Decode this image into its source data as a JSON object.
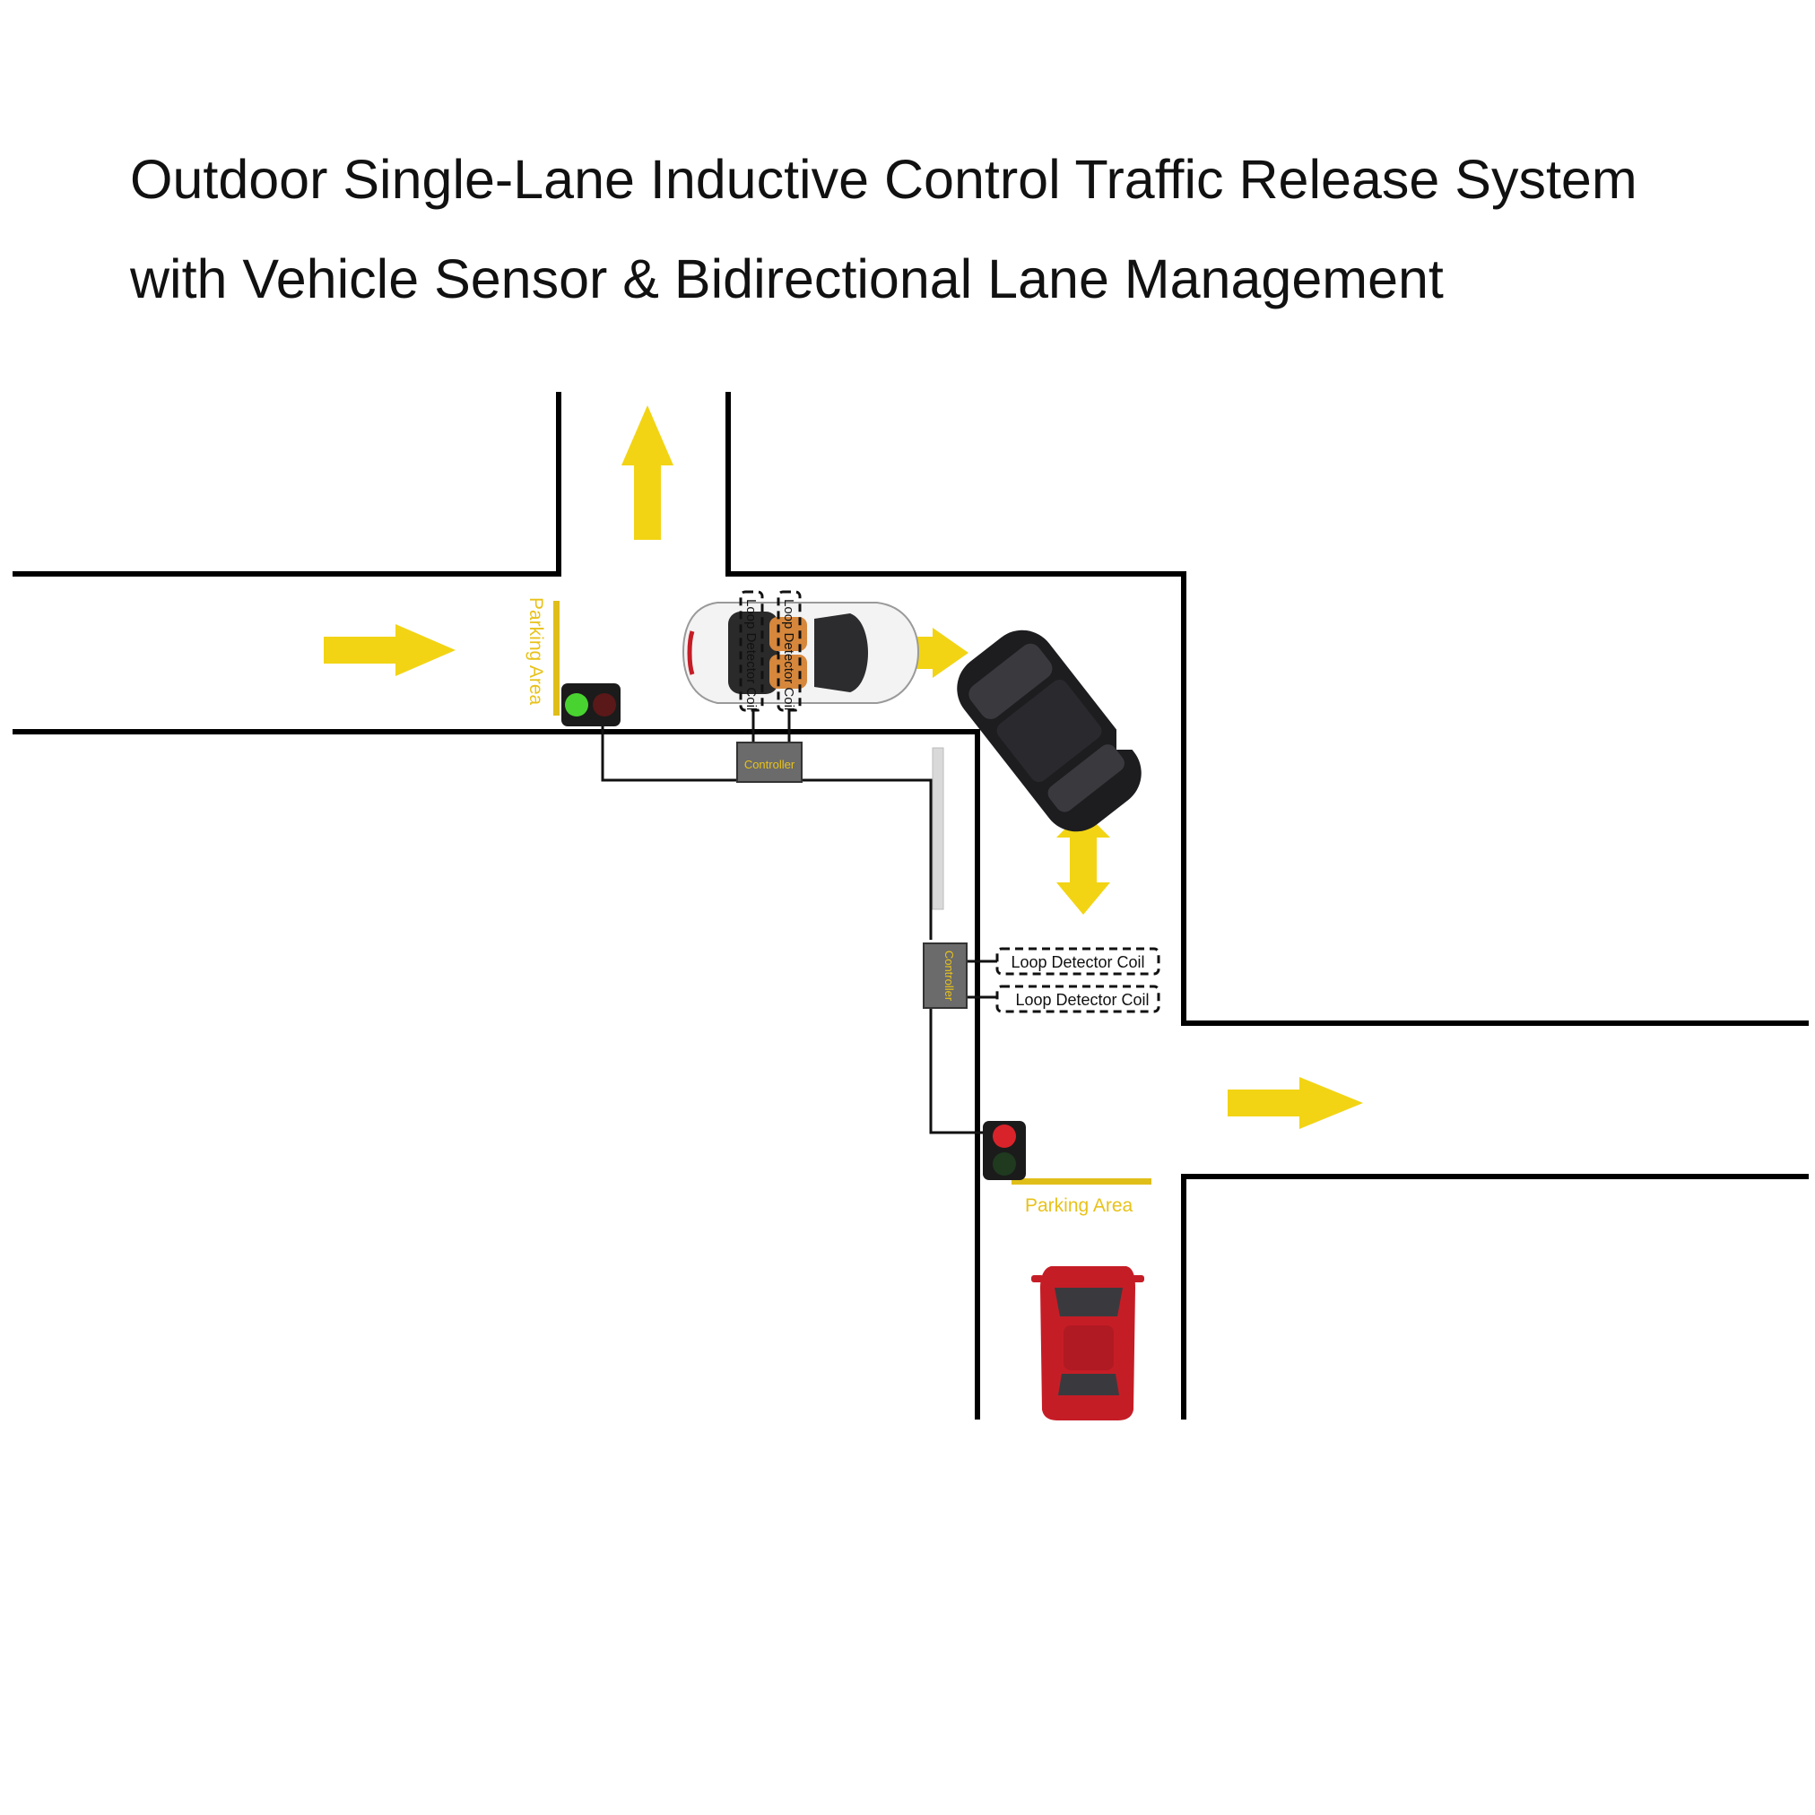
{
  "title": {
    "line1": "Outdoor Single-Lane Inductive Control Traffic Release System",
    "line2": "with Vehicle Sensor & Bidirectional Lane Management"
  },
  "labels": {
    "parking_area_top": "Parking Area",
    "parking_area_bottom": "Parking Area",
    "controller_top": "Controller",
    "controller_right": "Controller",
    "loop_coil_top_1": "Loop Detector Coil",
    "loop_coil_top_2": "Loop Detector Coil",
    "loop_coil_right_1": "Loop Detector Coil",
    "loop_coil_right_2": "Loop Detector Coil"
  },
  "signals": {
    "top_light": "green",
    "bottom_light": "red"
  },
  "colors": {
    "arrow": "#f2d414",
    "road_line": "#000000",
    "label": "#e8c21a",
    "green_light": "#49d331",
    "red_light": "#d9232a",
    "car_red": "#c51d26",
    "car_white": "#f3f3f3",
    "car_black": "#1d1d20"
  }
}
